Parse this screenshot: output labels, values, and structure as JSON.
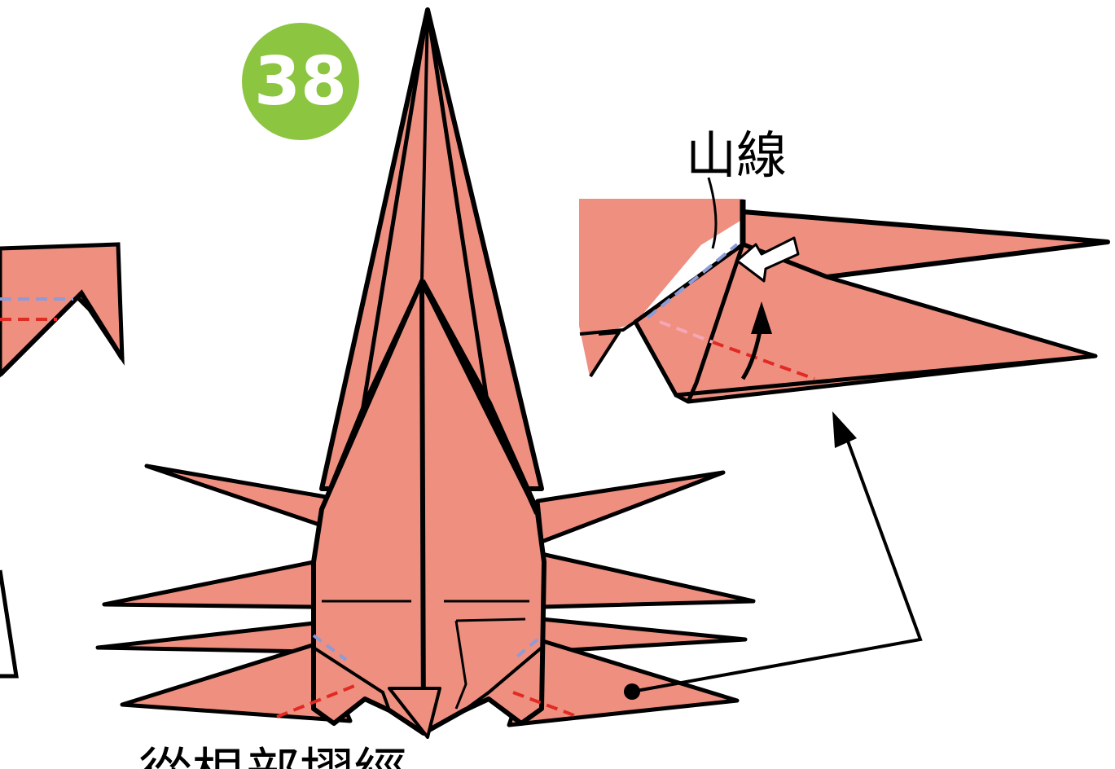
{
  "diagram": {
    "step_number": "38",
    "mountain_fold_label": "山線",
    "bottom_caption_partial": "從根部摺經",
    "colors": {
      "paper": "#ef8f80",
      "outline": "#000000",
      "step_badge": "#8cc540",
      "valley_line": "#e12a24",
      "mountain_line": "#8d9bd6",
      "arrow": "#000000",
      "background": "#ffffff"
    }
  }
}
